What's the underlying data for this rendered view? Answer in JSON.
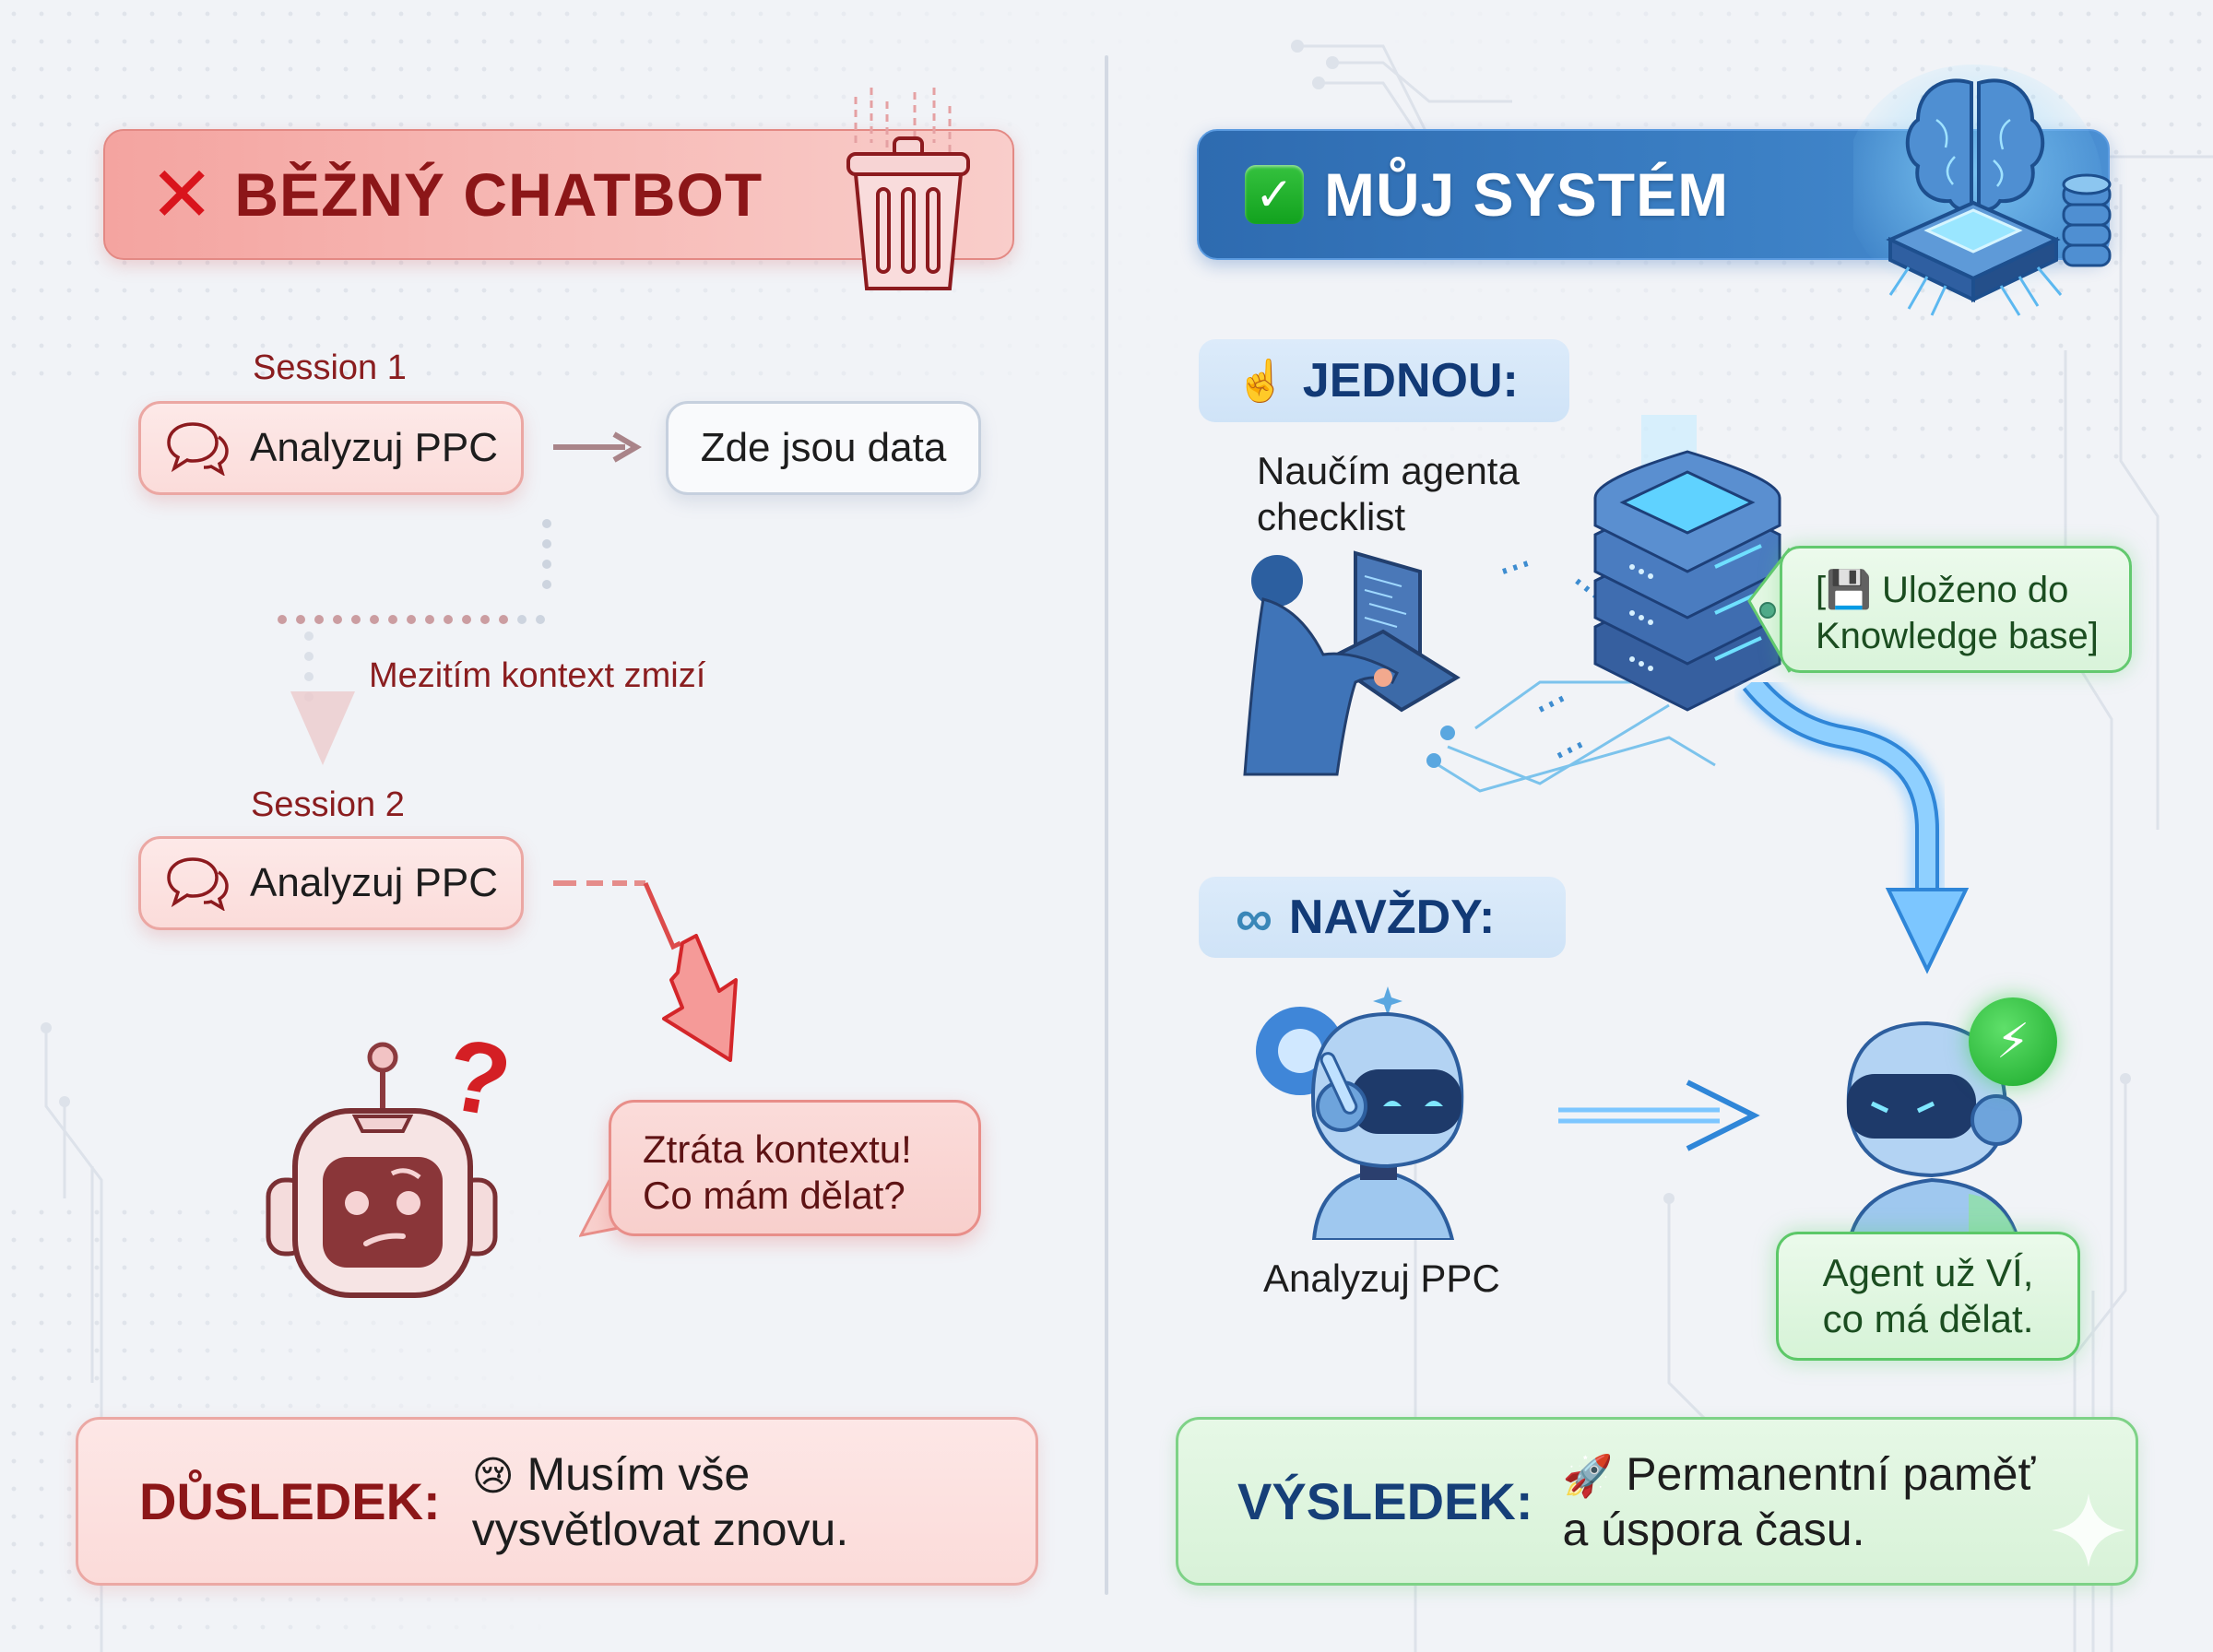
{
  "left": {
    "header": {
      "icon": "cross-mark-icon",
      "icon_glyph": "✕",
      "title": "BĚŽNÝ CHATBOT",
      "side_icon": "trash-can-icon"
    },
    "session1": {
      "label": "Session 1",
      "request": "Analyzuj PPC",
      "response": "Zde jsou data"
    },
    "transition_text": "Mezitím kontext zmizí",
    "session2": {
      "label": "Session 2",
      "request": "Analyzuj PPC"
    },
    "robot_icon": "confused-robot-icon",
    "question_glyph": "?",
    "speech": {
      "line1": "Ztráta kontextu!",
      "line2": "Co mám dělat?"
    },
    "result": {
      "label": "DŮSLEDEK:",
      "emoji": "😢",
      "line1": "Musím vše",
      "line2": "vysvětlovat znovu."
    }
  },
  "right": {
    "header": {
      "icon": "check-mark-icon",
      "icon_glyph": "✓",
      "title": "MŮJ SYSTÉM",
      "side_icon": "ai-brain-chip-icon"
    },
    "once": {
      "emoji": "☝️",
      "label": "JEDNOU:",
      "text_line1": "Naučím agenta",
      "text_line2": "checklist"
    },
    "saved_tag": {
      "emoji": "💾",
      "line1": "[💾 Uloženo do",
      "line2": "Knowledge base]"
    },
    "forever": {
      "emoji": "∞",
      "label": "NAVŽDY:"
    },
    "robot_caption": "Analyzuj PPC",
    "agent_bubble": {
      "line1": "Agent už VÍ,",
      "line2": "co má dělat."
    },
    "badge_glyph": "⚡",
    "result": {
      "label": "VÝSLEDEK:",
      "emoji": "🚀",
      "line1": "Permanentní paměť",
      "line2": "a úspora času."
    }
  },
  "colors": {
    "negative_accent": "#d9141c",
    "negative_text": "#8c1618",
    "positive_header": "#3b7fc4",
    "positive_text": "#123a76",
    "success_green": "#4fc45c"
  }
}
